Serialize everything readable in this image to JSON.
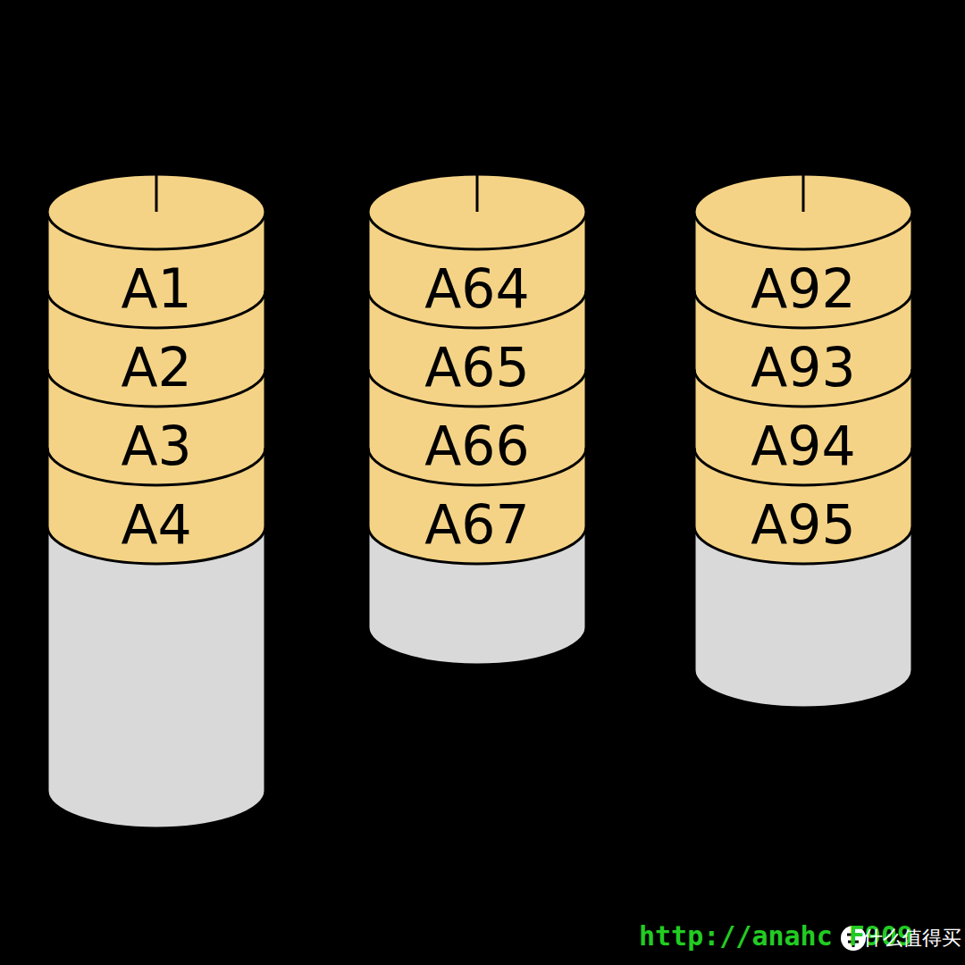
{
  "diagram": {
    "nodes": [
      {
        "text": [
          "A1"
        ]
      },
      {
        "text": [
          "A2"
        ]
      },
      {
        "text": [
          "A3"
        ]
      },
      {
        "text": [
          "A4"
        ]
      },
      {
        "text": [
          "A64"
        ]
      },
      {
        "text": [
          "A65"
        ]
      },
      {
        "text": [
          "A66"
        ]
      },
      {
        "text": [
          "A67"
        ]
      },
      {
        "text": [
          "A92"
        ]
      },
      {
        "text": [
          "A93"
        ]
      },
      {
        "text": [
          "A94"
        ]
      },
      {
        "text": [
          "A95"
        ]
      }
    ],
    "labels": [
      "http://anahc F909",
      "什么值得买"
    ]
  }
}
